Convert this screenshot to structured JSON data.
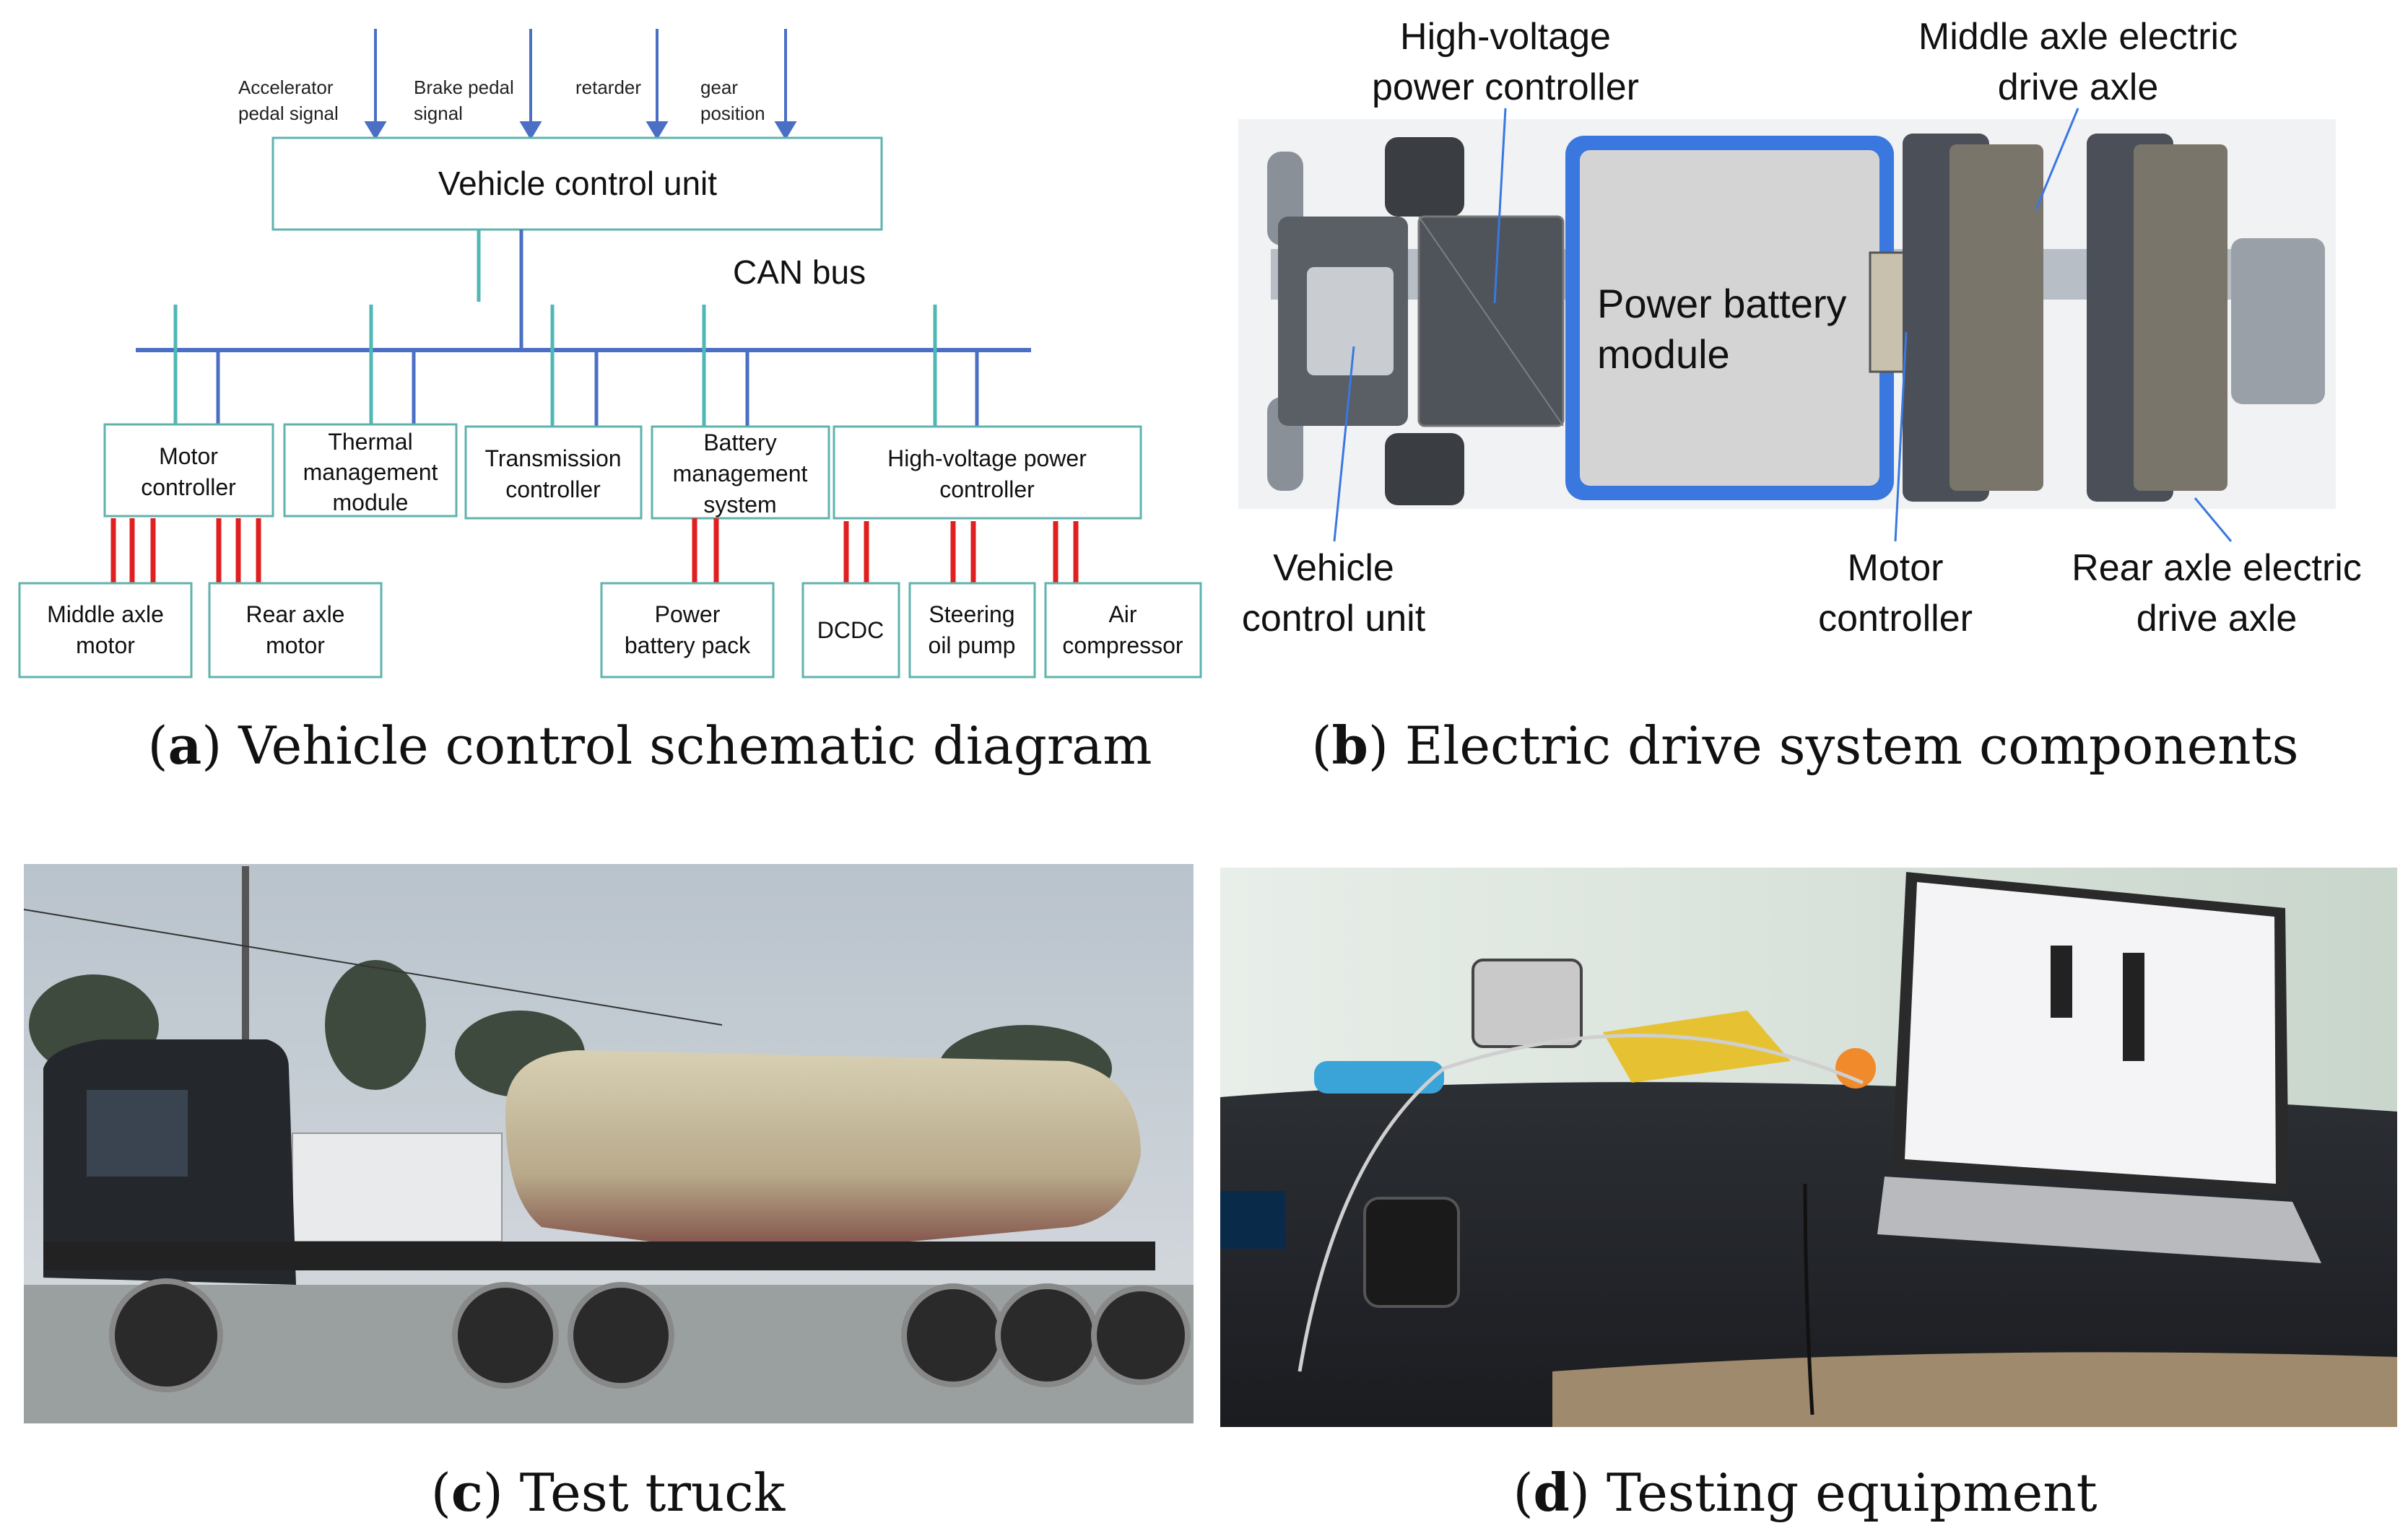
{
  "panel_a": {
    "caption_letter": "a",
    "caption_text": "Vehicle control schematic diagram",
    "signals": [
      {
        "line1": "Accelerator",
        "line2": "pedal signal"
      },
      {
        "line1": "Brake pedal",
        "line2": "signal"
      },
      {
        "line1": "retarder",
        "line2": ""
      },
      {
        "line1": "gear",
        "line2": "position"
      }
    ],
    "vcu_label": "Vehicle control unit",
    "can_bus_label": "CAN bus",
    "controllers": [
      {
        "lines": [
          "Motor",
          "controller"
        ]
      },
      {
        "lines": [
          "Thermal",
          "management",
          "module"
        ]
      },
      {
        "lines": [
          "Transmission",
          "controller"
        ]
      },
      {
        "lines": [
          "Battery",
          "management",
          "system"
        ]
      },
      {
        "lines": [
          "High-voltage power",
          "controller"
        ]
      }
    ],
    "devices": [
      {
        "lines": [
          "Middle axle",
          "motor"
        ]
      },
      {
        "lines": [
          "Rear axle",
          "motor"
        ]
      },
      {
        "lines": [
          "Power",
          "battery pack"
        ]
      },
      {
        "lines": [
          "DCDC"
        ]
      },
      {
        "lines": [
          "Steering",
          "oil pump"
        ]
      },
      {
        "lines": [
          "Air",
          "compressor"
        ]
      }
    ],
    "colors": {
      "teal": "#4fb7b4",
      "blue": "#4a6fc4",
      "green": "#5cc98a",
      "red": "#e02020",
      "box": "#5fb3ad"
    }
  },
  "panel_b": {
    "caption_letter": "b",
    "caption_text": "Electric drive system components",
    "labels": {
      "hv_line1": "High-voltage",
      "hv_line2": "power controller",
      "mid_line1": "Middle axle electric",
      "mid_line2": "drive axle",
      "battery_line1": "Power battery",
      "battery_line2": "module",
      "vcu_line1": "Vehicle",
      "vcu_line2": "control unit",
      "mc_line1": "Motor",
      "mc_line2": "controller",
      "rear_line1": "Rear axle electric",
      "rear_line2": "drive axle"
    },
    "colors": {
      "battery_border": "#3a78e0",
      "battery_fill": "#d4d4d4"
    }
  },
  "panel_c": {
    "caption_letter": "c",
    "caption_text": "Test truck"
  },
  "panel_d": {
    "caption_letter": "d",
    "caption_text": "Testing equipment"
  }
}
